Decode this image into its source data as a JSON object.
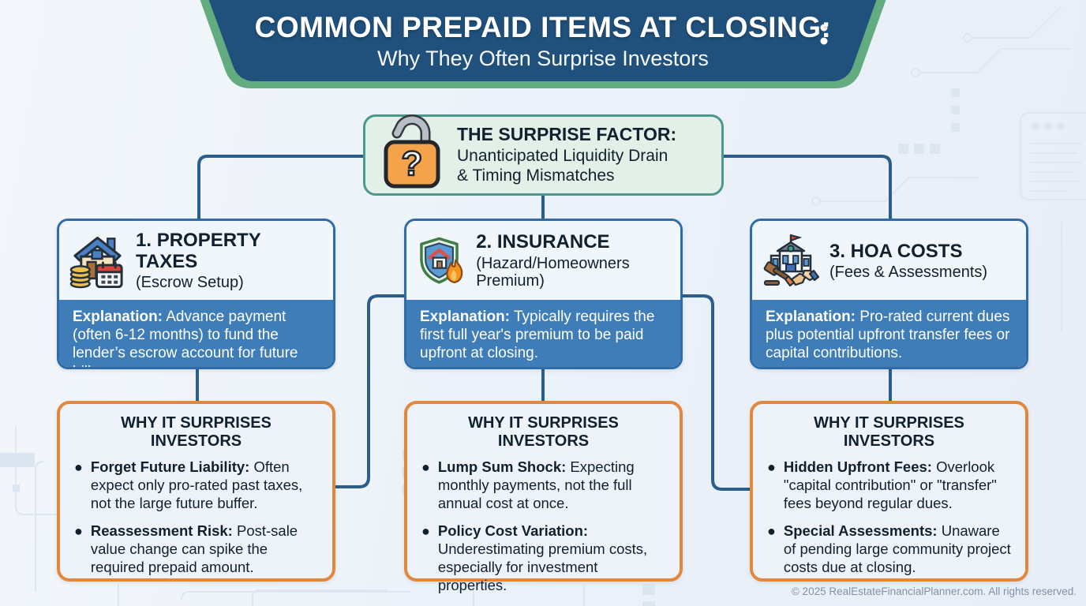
{
  "header": {
    "title": "COMMON PREPAID ITEMS AT CLOSING:",
    "subtitle": "Why They Often Surprise Investors"
  },
  "surprise_factor": {
    "icon": "open-padlock-question-icon",
    "title": "THE SURPRISE FACTOR:",
    "line1": "Unanticipated Liquidity Drain",
    "line2": "& Timing Mismatches"
  },
  "columns": [
    {
      "icon": "house-coins-calendar-icon",
      "title": "1. PROPERTY TAXES",
      "subtitle": "(Escrow Setup)",
      "explanation_label": "Explanation:",
      "explanation_text": " Advance payment (often 6-12 months) to fund the lender’s escrow account for future bills.",
      "why_title": "WHY IT SURPRISES INVESTORS",
      "bullets": [
        {
          "lead": "Forget Future Liability:",
          "text": " Often expect only pro-rated past taxes, not the large future buffer."
        },
        {
          "lead": "Reassessment Risk:",
          "text": " Post-sale value change can spike the required prepaid amount."
        }
      ]
    },
    {
      "icon": "shield-house-flame-icon",
      "title": "2. INSURANCE",
      "subtitle": "(Hazard/Homeowners Premium)",
      "explanation_label": "Explanation:",
      "explanation_text": " Typically requires the first full year's premium to be paid upfront at closing.",
      "why_title": "WHY IT SURPRISES INVESTORS",
      "bullets": [
        {
          "lead": "Lump Sum Shock:",
          "text": " Expecting monthly payments, not the full annual cost at once."
        },
        {
          "lead": "Policy Cost Variation:",
          "text": " Underestimating premium costs, especially for investment properties."
        }
      ]
    },
    {
      "icon": "hoa-building-gavel-handshake-icon",
      "title": "3. HOA COSTS",
      "subtitle": "(Fees & Assessments)",
      "explanation_label": "Explanation:",
      "explanation_text": " Pro-rated current dues plus potential upfront transfer fees or capital contributions.",
      "why_title": "WHY IT SURPRISES INVESTORS",
      "bullets": [
        {
          "lead": "Hidden Upfront Fees:",
          "text": " Overlook \"capital contribution\" or \"transfer\" fees beyond regular dues."
        },
        {
          "lead": "Special Assessments:",
          "text": " Unaware of pending large community project costs due at closing."
        }
      ]
    }
  ],
  "footer": {
    "copyright": "© 2025 RealEstateFinancialPlanner.com. All rights reserved."
  },
  "colors": {
    "banner_blue": "#20517c",
    "banner_green_border": "#62ac80",
    "surprise_bg": "#e3f0e7",
    "surprise_border_teal": "#4a998c",
    "lock_orange": "#f5a34a",
    "card_border_blue": "#2f6ba7",
    "explanation_blue": "#3f7db9",
    "why_border_orange": "#e2873b",
    "connector_blue": "#2b5e8a",
    "background": "#edf2f9",
    "copyright_gray": "#8291a6"
  }
}
